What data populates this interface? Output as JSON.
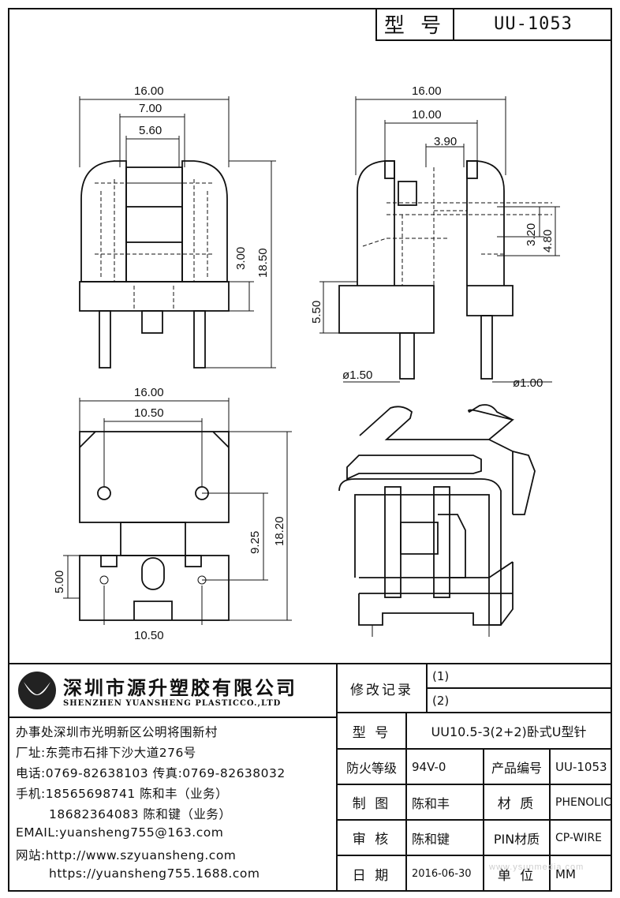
{
  "header": {
    "model_label": "型 号",
    "model_value": "UU-1053"
  },
  "dimensions": {
    "front": {
      "w16": "16.00",
      "w7": "7.00",
      "w56": "5.60",
      "h3": "3.00",
      "h185": "18.50"
    },
    "side": {
      "w16": "16.00",
      "w10": "10.00",
      "w39": "3.90",
      "h32": "3.20",
      "h48": "4.80",
      "h55": "5.50",
      "d15": "ø1.50",
      "d10": "ø1.00"
    },
    "bottom": {
      "w16": "16.00",
      "w105a": "10.50",
      "h925": "9.25",
      "h182": "18.20",
      "h5": "5.00",
      "w105b": "10.50"
    }
  },
  "company": {
    "name_cn": "深圳市源升塑胶有限公司",
    "name_en": "SHENZHEN YUANSHENG PLASTICCO.,LTD",
    "office": "办事处深圳市光明新区公明将围新村",
    "factory": "厂址:东莞市石排下沙大道276号",
    "phone": "电话:0769-82638103 传真:0769-82638032",
    "mobile1": "手机:18565698741 陈和丰（业务）",
    "mobile2": "18682364083 陈和键（业务）",
    "email": "EMAIL:yuansheng755@163.com",
    "web1": "网站:http://www.szyuansheng.com",
    "web2": "https://yuansheng755.1688.com"
  },
  "revision": {
    "label": "修改记录",
    "r1": "(1)",
    "r2": "(2)"
  },
  "spec": {
    "model_label": "型 号",
    "model_value": "UU10.5-3(2+2)卧式U型针",
    "fire_label": "防火等级",
    "fire_value": "94V-0",
    "product_no_label": "产品编号",
    "product_no_value": "UU-1053",
    "drawn_label": "制 图",
    "drawn_value": "陈和丰",
    "material_label": "材 质",
    "material_value": "PHENOLIC",
    "checked_label": "审 核",
    "checked_value": "陈和键",
    "pin_label": "PIN材质",
    "pin_value": "CP-WIRE",
    "date_label": "日 期",
    "date_value": "2016-06-30",
    "unit_label": "单 位",
    "unit_value": "MM"
  },
  "watermark": "www.ysunmedia.com"
}
